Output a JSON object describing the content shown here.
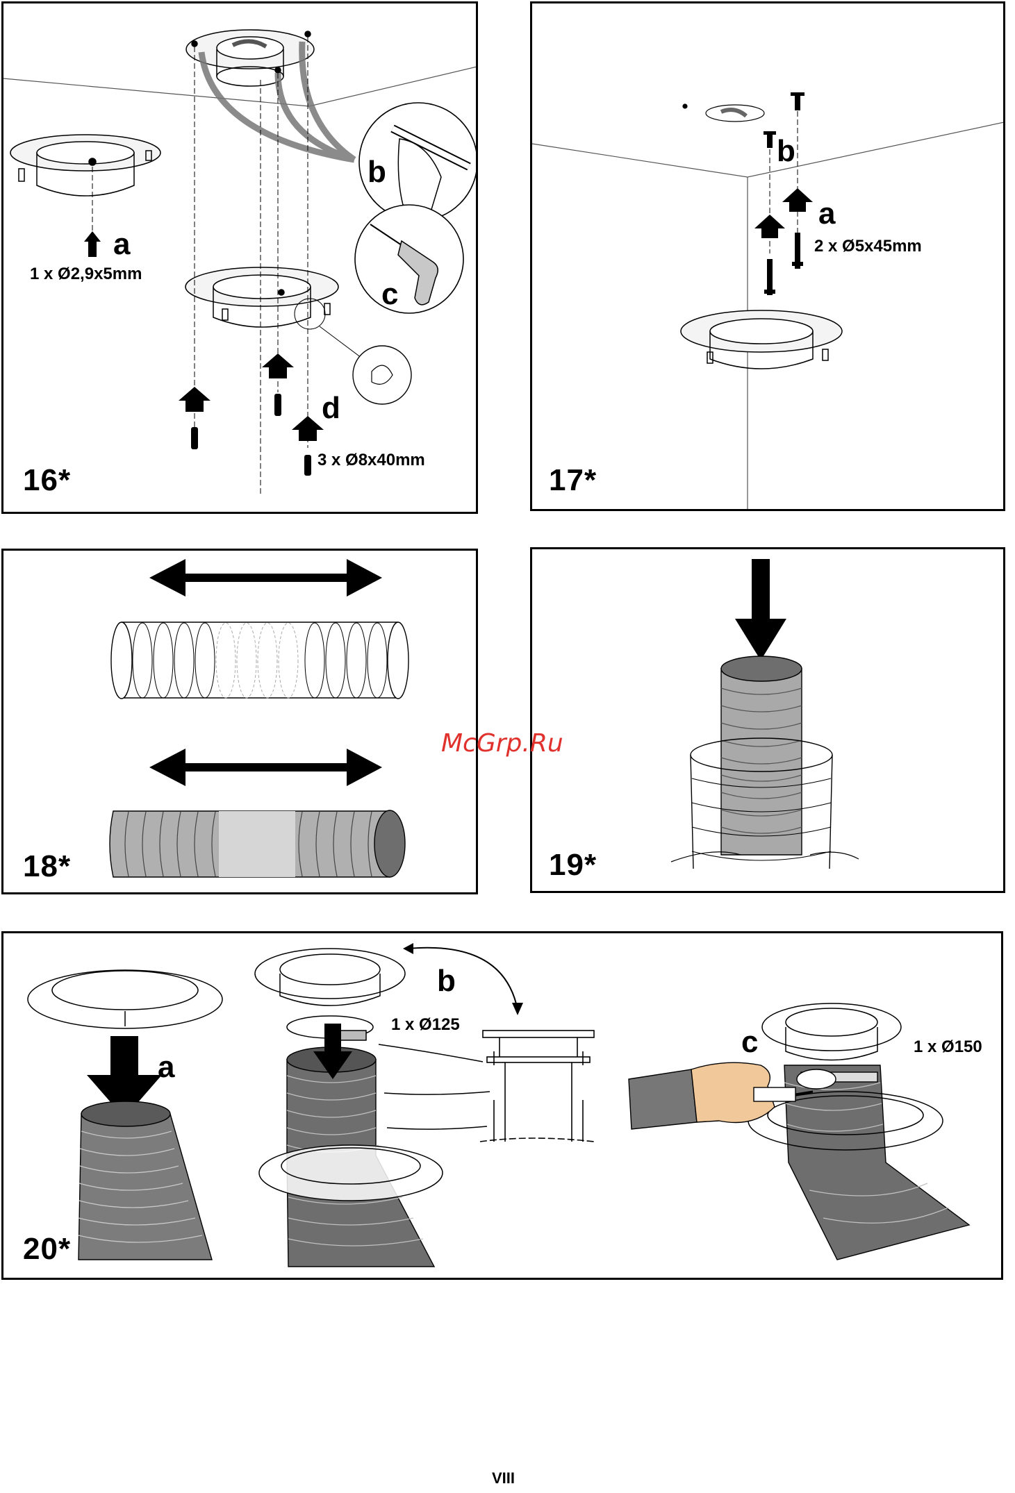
{
  "figures": {
    "f16": {
      "number": "16",
      "marker": "*",
      "labels": {
        "a": "a",
        "b": "b",
        "c": "c",
        "d": "d"
      },
      "specs": {
        "screw_a": "1 x Ø2,9x5mm",
        "plugs_d": "3 x Ø8x40mm"
      }
    },
    "f17": {
      "number": "17",
      "marker": "*",
      "labels": {
        "a": "a",
        "b": "b"
      },
      "specs": {
        "screws_a": "2 x Ø5x45mm"
      }
    },
    "f18": {
      "number": "18",
      "marker": "*"
    },
    "f19": {
      "number": "19",
      "marker": "*"
    },
    "f20": {
      "number": "20",
      "marker": "*",
      "labels": {
        "a": "a",
        "b": "b",
        "c": "c"
      },
      "specs": {
        "clamp_b": "1 x Ø125",
        "clamp_c": "1 x Ø150"
      }
    }
  },
  "watermark": {
    "text": "McGrp.Ru",
    "color": "#e0312d"
  },
  "page_number": "VIII",
  "colors": {
    "duct_fill": "#a9a9a9",
    "duct_dark": "#6e6e6e",
    "hand_skin": "#f0c89a"
  }
}
